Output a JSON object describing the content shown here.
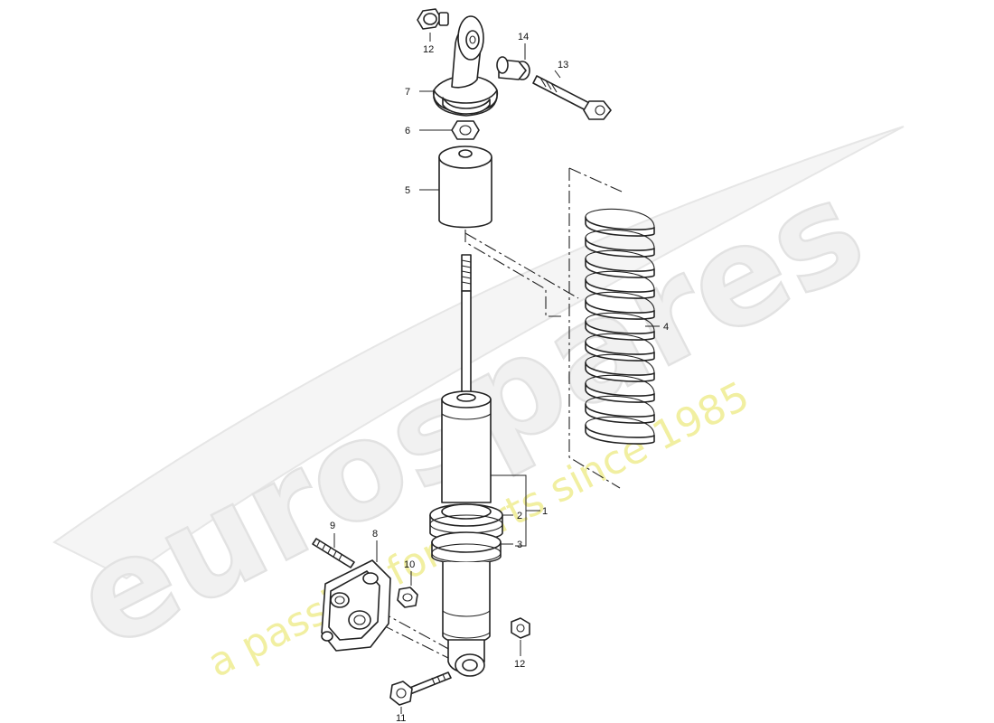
{
  "watermark": {
    "brand": "eurospares",
    "tagline": "a passion for parts since 1985",
    "brand_color": "#efefef",
    "tagline_color": "#f1ef9c"
  },
  "callouts": {
    "c1": "1",
    "c2": "2",
    "c3": "3",
    "c4": "4",
    "c5": "5",
    "c6": "6",
    "c7": "7",
    "c8": "8",
    "c9": "9",
    "c10": "10",
    "c11": "11",
    "c12a": "12",
    "c12b": "12",
    "c13": "13",
    "c14": "14"
  }
}
